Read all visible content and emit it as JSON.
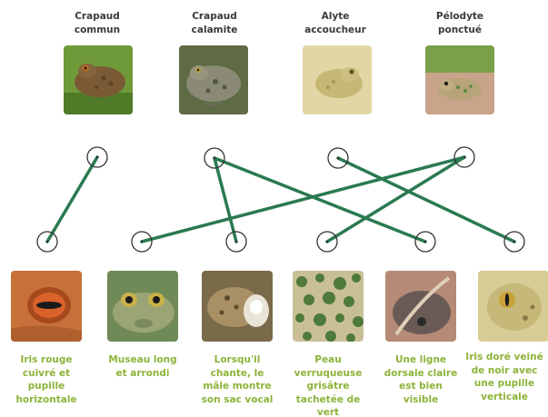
{
  "species": [
    {
      "name": "Crapaud commun",
      "line1": "Crapaud",
      "line2": "commun"
    },
    {
      "name": "Crapaud calamite",
      "line1": "Crapaud",
      "line2": "calamite"
    },
    {
      "name": "Alyte accoucheur",
      "line1": "Alyte",
      "line2": "accoucheur"
    },
    {
      "name": "Pélodyte ponctué",
      "line1": "Pélodyte",
      "line2": "ponctué"
    }
  ],
  "features": [
    {
      "lines": [
        "Iris rouge",
        "cuivré et",
        "pupille",
        "horizontale"
      ]
    },
    {
      "lines": [
        "Museau long",
        "et arrondi"
      ]
    },
    {
      "lines": [
        "Lorsqu'il",
        "chante, le",
        "mâle montre",
        "son sac vocal"
      ]
    },
    {
      "lines": [
        "Peau",
        "verruqueuse",
        "grisâtre",
        "tachetée de",
        "vert"
      ]
    },
    {
      "lines": [
        "Une ligne",
        "dorsale claire",
        "est bien",
        "visible"
      ]
    },
    {
      "lines": [
        "Iris doré veiné",
        "de noir avec",
        "une pupille",
        "verticale"
      ]
    }
  ],
  "connections": [
    {
      "species": 0,
      "feature": 0
    },
    {
      "species": 1,
      "feature": 2
    },
    {
      "species": 1,
      "feature": 4
    },
    {
      "species": 2,
      "feature": 5
    },
    {
      "species": 3,
      "feature": 1
    },
    {
      "species": 3,
      "feature": 3
    }
  ],
  "colors": {
    "line": "#2a7a50",
    "caption": "#8db33a",
    "title": "#3a3a3a",
    "node_stroke": "#333333"
  }
}
